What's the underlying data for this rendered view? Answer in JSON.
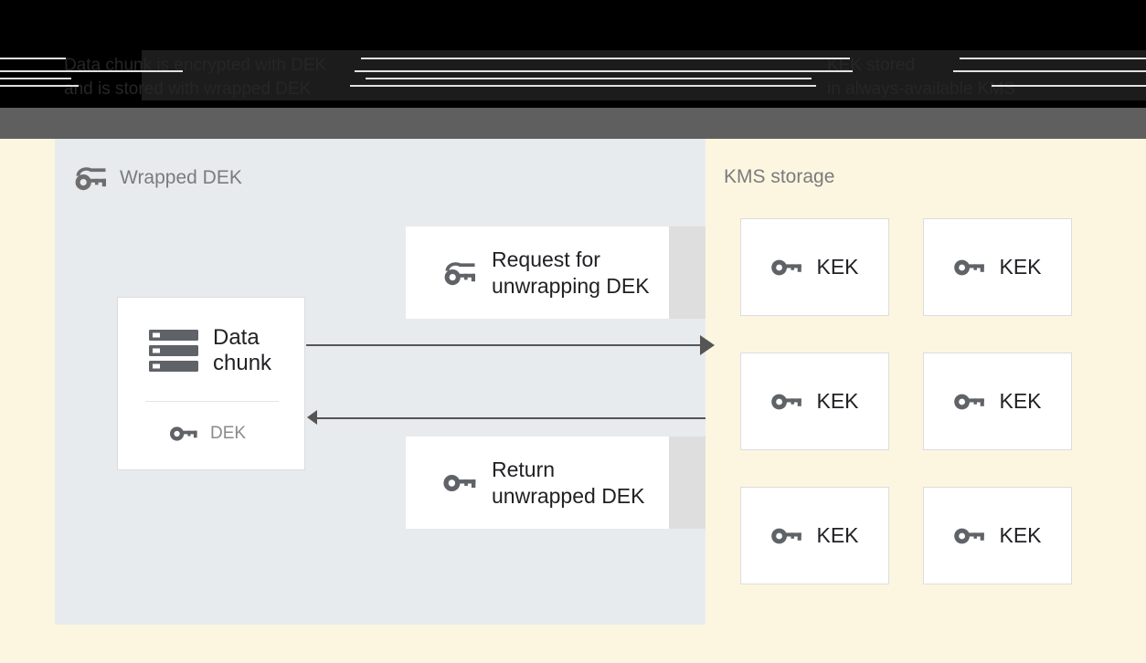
{
  "caption": {
    "left_lines": [
      "Data chunk is encrypted with DEK",
      "and is stored with wrapped DEK"
    ],
    "right_lines": [
      "KEK stored",
      "in always-available KMS"
    ]
  },
  "diagram": {
    "left_panel": {
      "title": "Wrapped DEK",
      "title_icon": "wrapped-key-icon",
      "data_chunk_card": {
        "icon": "storage-icon",
        "title": "Data\nchunk",
        "key_icon": "key-icon",
        "key_label": "DEK"
      },
      "messages": [
        {
          "icon": "wrapped-key-icon",
          "label": "Request for\nunwrapping DEK"
        },
        {
          "icon": "key-icon",
          "label": "Return\nunwrapped DEK"
        }
      ],
      "arrows": [
        {
          "name": "request-arrow",
          "direction": "right"
        },
        {
          "name": "return-arrow",
          "direction": "left"
        }
      ]
    },
    "right_panel": {
      "title": "KMS storage",
      "keys": [
        {
          "icon": "key-icon",
          "label": "KEK"
        },
        {
          "icon": "key-icon",
          "label": "KEK"
        },
        {
          "icon": "key-icon",
          "label": "KEK"
        },
        {
          "icon": "key-icon",
          "label": "KEK"
        },
        {
          "icon": "key-icon",
          "label": "KEK"
        },
        {
          "icon": "key-icon",
          "label": "KEK"
        }
      ]
    }
  },
  "colors": {
    "left_panel_bg": "#E8EBEE",
    "canvas_bg": "#FCF6E1",
    "card_bg": "#FFFFFF",
    "card_tail": "#DEDEDF",
    "icon_grey": "#5F6368",
    "text_dark": "#202124",
    "text_muted": "#7B7B7B",
    "arrow": "#555555",
    "header_bar": "#5F5F5F"
  }
}
